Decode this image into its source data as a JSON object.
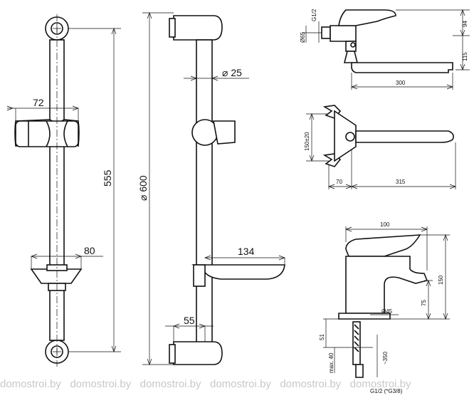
{
  "shower_rail": {
    "dimensions": {
      "holder_width": "72",
      "rail_length": "555",
      "soap_dish_width": "80",
      "total_height": "⌀ 600",
      "tube_diameter": "⌀ 25",
      "dish_depth": "134",
      "wall_offset": "55"
    }
  },
  "bath_mixer": {
    "dimensions": {
      "thread": "G1/2",
      "flange": "Ø65",
      "handle_height": "94",
      "spout_height": "115",
      "spout_length": "300",
      "centres": "150±20",
      "offset": "70",
      "spout_length_top": "315"
    }
  },
  "basin_mixer": {
    "dimensions": {
      "depth": "100",
      "total_height": "150",
      "spout_height": "75",
      "base": "Ø45",
      "thread_length": "51",
      "hose_length": "~350",
      "max_thickness": "max. 40",
      "connections": "G1/2 (*G3/8)"
    }
  },
  "watermark": {
    "text": "domostroi.by",
    "repeat": [
      "domostroi.by",
      "domostroi.by",
      "domostroi.by",
      "domostroi.by",
      "domostroi.by",
      "domostroi.by"
    ]
  }
}
